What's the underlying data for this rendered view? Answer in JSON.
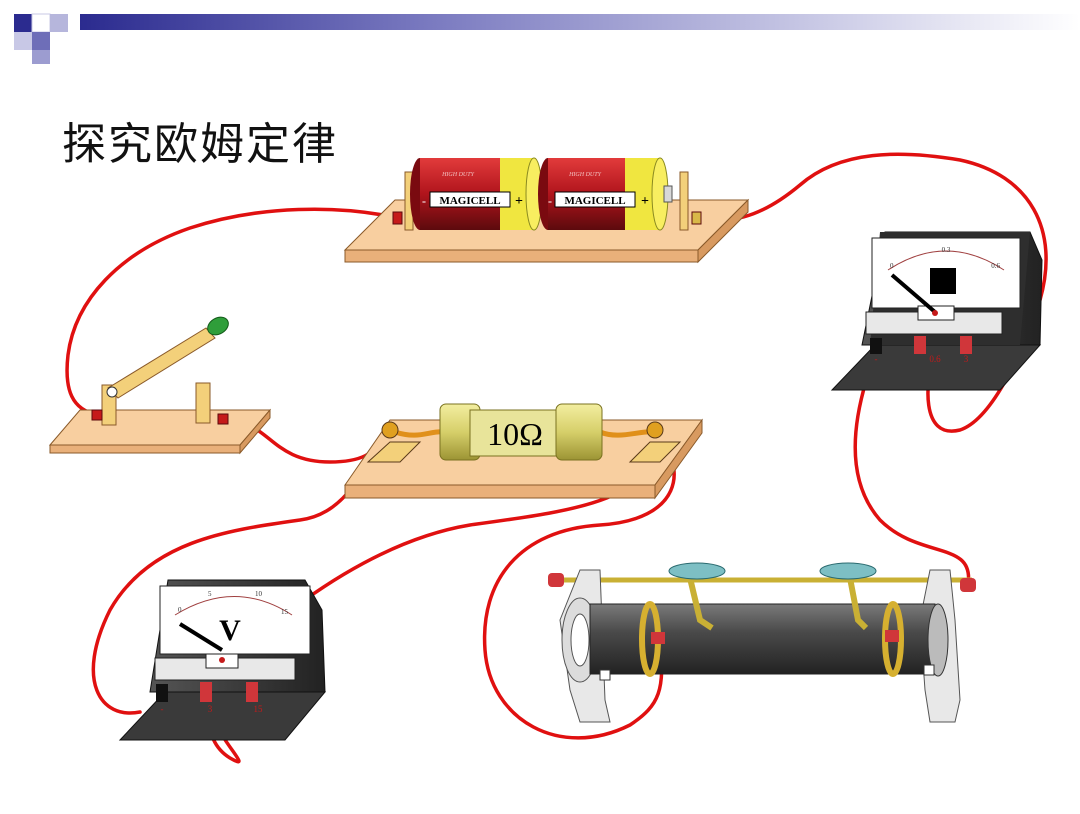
{
  "slide": {
    "title": "探究欧姆定律"
  },
  "components": {
    "battery_left_label": "MAGICELL",
    "battery_right_label": "MAGICELL",
    "battery_left_sub": "HIGH DUTY",
    "battery_right_sub": "HIGH DUTY",
    "battery_plus": "+",
    "battery_minus": "-",
    "resistor_value": "10Ω",
    "voltmeter_symbol": "V",
    "voltmeter_scale": [
      "0",
      "5",
      "10",
      "15"
    ],
    "ammeter_scale": [
      "0",
      "0.3",
      "0.6"
    ],
    "voltmeter_terminals": [
      "-",
      "3",
      "15"
    ],
    "ammeter_terminals": [
      "-",
      "0.6",
      "3"
    ]
  },
  "colors": {
    "wire": "#e01010",
    "header_blue": "#2b2b8f",
    "board": "#f8cfa0",
    "battery_red": "#b0141c",
    "resistor_gold": "#d6cf6a",
    "meter_dark": "#3a3a3a"
  }
}
